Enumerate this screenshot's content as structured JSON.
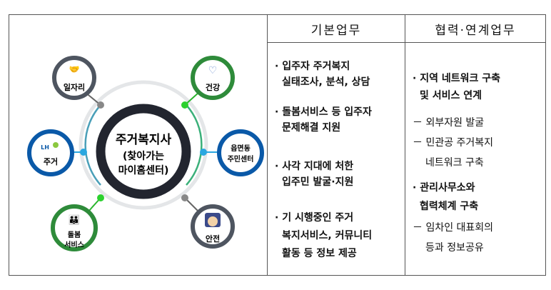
{
  "header": {
    "basic": "기본업무",
    "coop": "협력·연계업무"
  },
  "diagram": {
    "center_line1": "주거복지사",
    "center_line2": "(찾아가는",
    "center_line3": "마이홈센터)",
    "nodes": {
      "job": "일자리",
      "health": "건강",
      "housing_logo": "LH",
      "housing": "주거",
      "town_line1": "읍면동",
      "town_line2": "주민센터",
      "care_line1": "돌봄",
      "care_line2": "서비스",
      "safety": "안전"
    }
  },
  "basic_tasks": [
    {
      "l1": "· 입주자   주거복지",
      "l2": "실태조사, 분석, 상담"
    },
    {
      "l1": "· 돌봄서비스 등 입주자",
      "l2": "문제해결 지원"
    },
    {
      "l1": "· 사각 지대에 처한",
      "l2": "입주민 발굴·지원"
    },
    {
      "l1": "· 기  시행중인  주거",
      "l2": "복지서비스, 커뮤니티",
      "l3": "활동 등 정보 제공"
    }
  ],
  "coop_tasks": {
    "a_l1": "· 지역  네트워크  구축",
    "a_l2": "및 서비스 연계",
    "a_s1": "－ 외부자원 발굴",
    "a_s2_l1": "－ 민관공 주거복지",
    "a_s2_l2": "네트워크 구축",
    "b_l1": "· 관리사무소와",
    "b_l2": "협력체계 구축",
    "b_s1_l1": "－  임차인  대표회의",
    "b_s1_l2": "등과 정보공유"
  },
  "colors": {
    "gray": "#4e5560",
    "green": "#2e8b3a",
    "blue": "#0a59a8",
    "dark": "#22252f",
    "cyan": "#2aa7e0"
  }
}
